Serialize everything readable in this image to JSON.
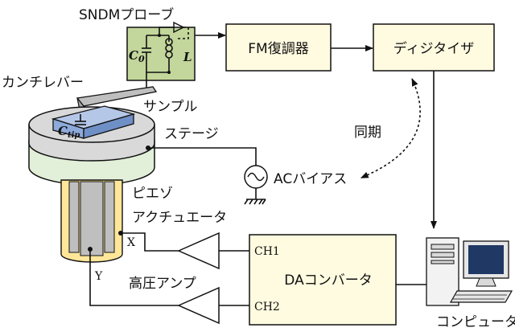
{
  "labels": {
    "sndm_probe": "SNDMプローブ",
    "cantilever": "カンチレバー",
    "sample": "サンプル",
    "stage": "ステージ",
    "sync": "同期",
    "ac_bias": "ACバイアス",
    "piezo_line1": "ピエゾ",
    "piezo_line2": "アクチュエータ",
    "x_axis": "X",
    "y_axis": "Y",
    "hv_amp": "高圧アンプ",
    "computer": "コンピュータ"
  },
  "circuit": {
    "c0_letter": "C",
    "c0_sub": "0",
    "l_letter": "L",
    "ctip_letter": "C",
    "ctip_sub": "tip"
  },
  "boxes": {
    "fm_demod": "FM復調器",
    "digitizer": "ディジタイザ",
    "da_converter": "DAコンバータ",
    "ch1": "CH1",
    "ch2": "CH2"
  },
  "colors": {
    "probe_fill": "#c3d69b",
    "box_fill": "#fffbe0",
    "sample_fill": "#8eaadb",
    "stage_fill": "#d9d9d9",
    "stage_base": "#e2efd9",
    "piezo_fill": "#ffe699",
    "piezo_core": "#bfbfbf"
  }
}
